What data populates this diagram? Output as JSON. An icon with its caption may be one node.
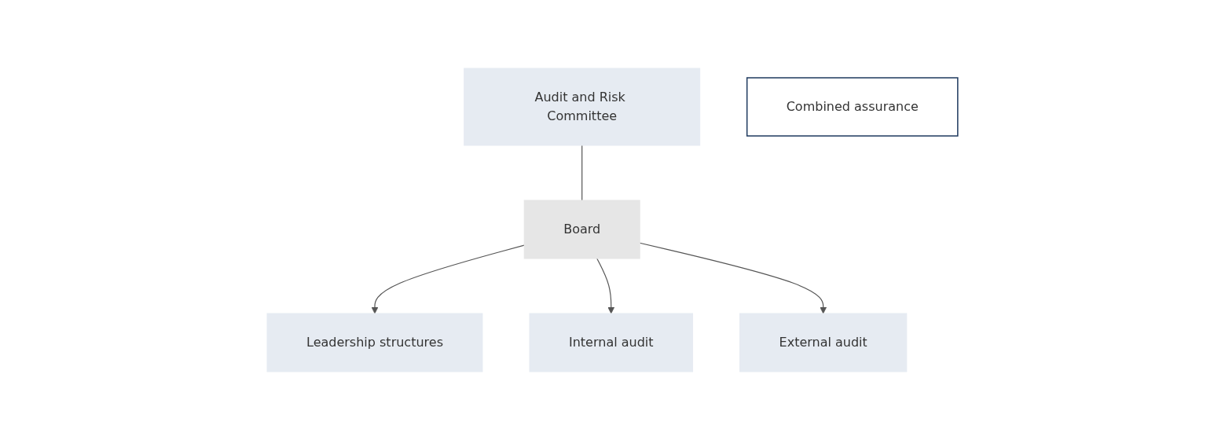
{
  "diagram": {
    "nodes": [
      {
        "text": [
          "Board"
        ]
      },
      {
        "text": [
          "Audit and Risk Committee"
        ]
      },
      {
        "text": [
          "Leadership structures"
        ]
      },
      {
        "text": [
          "Internal audit"
        ]
      },
      {
        "text": [
          "External audit"
        ]
      },
      {
        "text": [
          "Combined assurance"
        ]
      }
    ],
    "edges": [
      {
        "from": 1,
        "to": 0,
        "arrow": "none"
      },
      {
        "from": 0,
        "to": 2,
        "arrow": "to"
      },
      {
        "from": 0,
        "to": 3,
        "arrow": "to"
      },
      {
        "from": 0,
        "to": 4,
        "arrow": "to"
      }
    ]
  }
}
